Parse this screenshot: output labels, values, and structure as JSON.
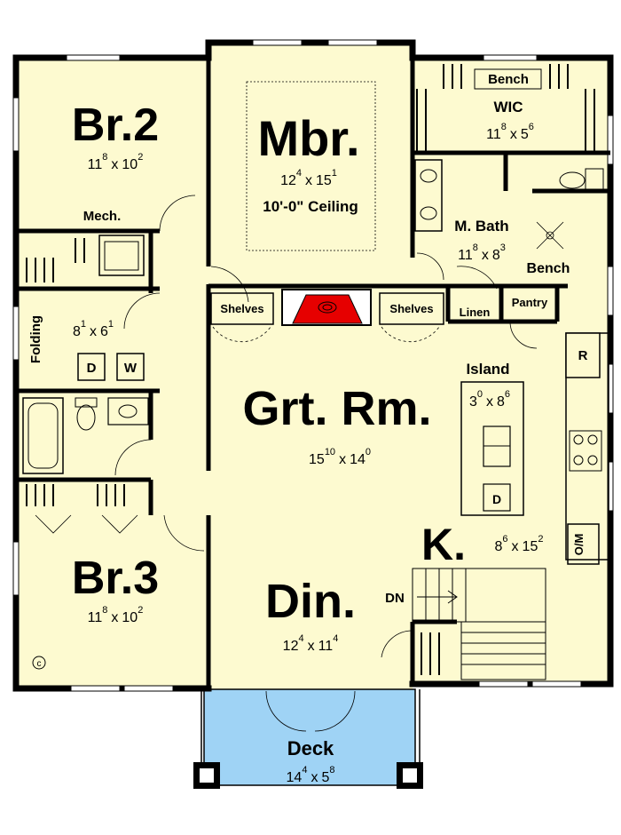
{
  "rooms": {
    "br2": {
      "name": "Br.2",
      "w": "11",
      "w_in": "8",
      "h": "10",
      "h_in": "2"
    },
    "mbr": {
      "name": "Mbr.",
      "w": "12",
      "w_in": "4",
      "h": "15",
      "h_in": "1",
      "ceiling": "10'-0\" Ceiling"
    },
    "wic": {
      "name": "WIC",
      "w": "11",
      "w_in": "8",
      "h": "5",
      "h_in": "6"
    },
    "mbath": {
      "name": "M. Bath",
      "w": "11",
      "w_in": "8",
      "h": "8",
      "h_in": "3"
    },
    "laundry": {
      "w": "8",
      "w_in": "1",
      "h": "6",
      "h_in": "1"
    },
    "grt": {
      "name": "Grt. Rm.",
      "w": "15",
      "w_in": "10",
      "h": "14",
      "h_in": "0"
    },
    "island": {
      "name": "Island",
      "w": "3",
      "w_in": "0",
      "h": "8",
      "h_in": "6"
    },
    "kitchen": {
      "name": "K.",
      "w": "8",
      "w_in": "6",
      "h": "15",
      "h_in": "2"
    },
    "br3": {
      "name": "Br.3",
      "w": "11",
      "w_in": "8",
      "h": "10",
      "h_in": "2"
    },
    "din": {
      "name": "Din.",
      "w": "12",
      "w_in": "4",
      "h": "11",
      "h_in": "4"
    },
    "deck": {
      "name": "Deck",
      "w": "14",
      "w_in": "4",
      "h": "5",
      "h_in": "8"
    }
  },
  "labels": {
    "mech": "Mech.",
    "folding": "Folding",
    "washer": "W",
    "dryer": "D",
    "shelves_left": "Shelves",
    "shelves_right": "Shelves",
    "linen": "Linen",
    "pantry": "Pantry",
    "bench_wic": "Bench",
    "bench_bath": "Bench",
    "refrigerator": "R",
    "dishwasher": "D",
    "oven_micro": "O/M",
    "stair_down": "DN",
    "copyright": "c",
    "dim_x": "x"
  },
  "colors": {
    "floor": "#fdfad0",
    "wall": "#000000",
    "deck": "#9fd3f5",
    "fireplace": "#e60000"
  }
}
